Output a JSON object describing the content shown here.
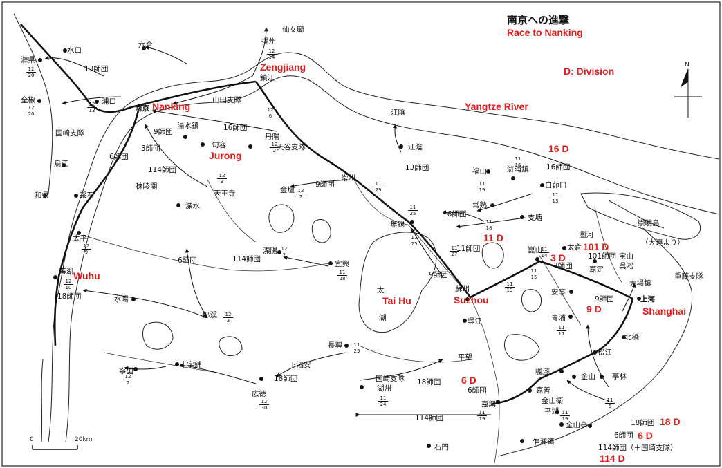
{
  "title_jp": "南京への進撃",
  "title_en": "Race to Nanking",
  "legend_division": "D: Division",
  "north_label": "N",
  "scale_bar": {
    "start": "0",
    "end": "20km"
  },
  "english_labels": {
    "nanking": "Nanking",
    "zengjiang": "Zengjiang",
    "jurong": "Jurong",
    "wuhu": "Wuhu",
    "yangtze": "Yangtze River",
    "tai_hu": "Tai Hu",
    "suzhou": "Suzhou",
    "shanghai": "Shanghai",
    "d16": "16 D",
    "d11": "11 D",
    "d3": "3 D",
    "d101": "101 D",
    "d9": "9 D",
    "d6": "6 D",
    "d18": "18 D",
    "d6b": "6 D",
    "d114": "114 D"
  },
  "places": {
    "nanjing": "南京",
    "zhenjiang": "鎮江",
    "yangzhou": "揚州",
    "xiannu": "仙女廟",
    "liuhe": "六合",
    "shuikou": "水口",
    "chuxian": "滁県",
    "quanjiao": "全椒",
    "pukou": "浦口",
    "wujiang": "烏江",
    "hexian": "和県",
    "caishi": "采石",
    "taiping": "太平",
    "wuhu": "蕪湖",
    "shuiyang": "水陽",
    "ningguo": "寧国",
    "shiziqiao": "十字舗",
    "guangde": "広徳",
    "langxi": "郎渓",
    "lishui": "溧水",
    "liyang": "溧陽",
    "yixing": "宜興",
    "changxing": "長興",
    "xiasian": "下泗安",
    "huzhou": "湖州",
    "jurong": "句容",
    "tangshui": "湯水鎮",
    "molingguan": "秣陵関",
    "tianwangsi": "天王寺",
    "jintan": "金壇",
    "danyang": "丹陽",
    "changzhou": "常州",
    "wuxi": "無錫",
    "jiangyin": "江陰",
    "fushan": "福山",
    "xupu": "滸浦鎮",
    "baimaokou": "白茆口",
    "changshu": "常熟",
    "zhitang": "支塘",
    "kunshan": "崑山",
    "taicang": "太倉",
    "liuhe2": "瀏河",
    "jiading": "嘉定",
    "baoshan": "宝山",
    "wusong": "呉淞",
    "dachang": "大場鎮",
    "shanghai": "上海",
    "suzhou": "蘇州",
    "wujiang2": "呉江",
    "anting": "安亭",
    "qingpu": "青浦",
    "songjiang": "松江",
    "beiqiao": "北橋",
    "jinshan": "金山",
    "tinglin": "亭林",
    "fengjing": "楓涇",
    "jiashan": "嘉善",
    "pingwang": "平望",
    "jiaxing": "嘉興",
    "pinghu": "平湖",
    "jinshanwei": "金山衛",
    "quanshanting": "全山亭",
    "zhapu": "乍浦鎮",
    "shimen": "石門",
    "chongming": "崇明島",
    "tai": "太",
    "hu": "湖"
  },
  "units": {
    "u13": "13師団",
    "kunisaki": "国崎支隊",
    "yamada": "山田支隊",
    "u16a": "16師団",
    "u9a": "9師団",
    "u3a": "3師団",
    "u6a": "6師団",
    "u114a": "114師団",
    "amaya": "天谷支隊",
    "u9b": "9師団",
    "u13b": "13師団",
    "u16b": "16師団",
    "u16c": "16師団",
    "u11": "11師団",
    "u9c": "9師団",
    "u101": "101師団",
    "u3b": "3師団",
    "u9d": "9師団",
    "u114b": "114師団",
    "u6b": "6師団",
    "u18a": "18師団",
    "u18b": "18師団",
    "u6c": "6師団",
    "kunisaki2": "国崎支隊",
    "u18c": "18師団",
    "u114c": "114師団",
    "u6d": "6師団",
    "u114d": "114師団（＋国崎支隊）",
    "shigeto": "重藤支隊",
    "from_dalian": "（大連より）"
  },
  "dates": [
    [
      "12",
      "20"
    ],
    [
      "12",
      "20"
    ],
    [
      "12",
      "13"
    ],
    [
      "12",
      "14"
    ],
    [
      "12",
      "6"
    ],
    [
      "12",
      "2"
    ],
    [
      "12",
      "3"
    ],
    [
      "12",
      "2"
    ],
    [
      "12",
      "2"
    ],
    [
      "12",
      "9"
    ],
    [
      "12",
      "10"
    ],
    [
      "12",
      "3"
    ],
    [
      "12",
      "30"
    ],
    [
      "12",
      "7"
    ],
    [
      "11",
      "25"
    ],
    [
      "11",
      "28"
    ],
    [
      "11",
      "24"
    ],
    [
      "11",
      "29"
    ],
    [
      "11",
      "25"
    ],
    [
      "11",
      "25"
    ],
    [
      "11",
      "27"
    ],
    [
      "11",
      "19"
    ],
    [
      "11",
      "16"
    ],
    [
      "11",
      "19"
    ],
    [
      "11",
      "18"
    ],
    [
      "11",
      "13"
    ],
    [
      "11",
      "15"
    ],
    [
      "11",
      "14"
    ],
    [
      "11",
      "19"
    ],
    [
      "11",
      "11"
    ],
    [
      "11",
      "5"
    ],
    [
      "11",
      "19"
    ]
  ]
}
